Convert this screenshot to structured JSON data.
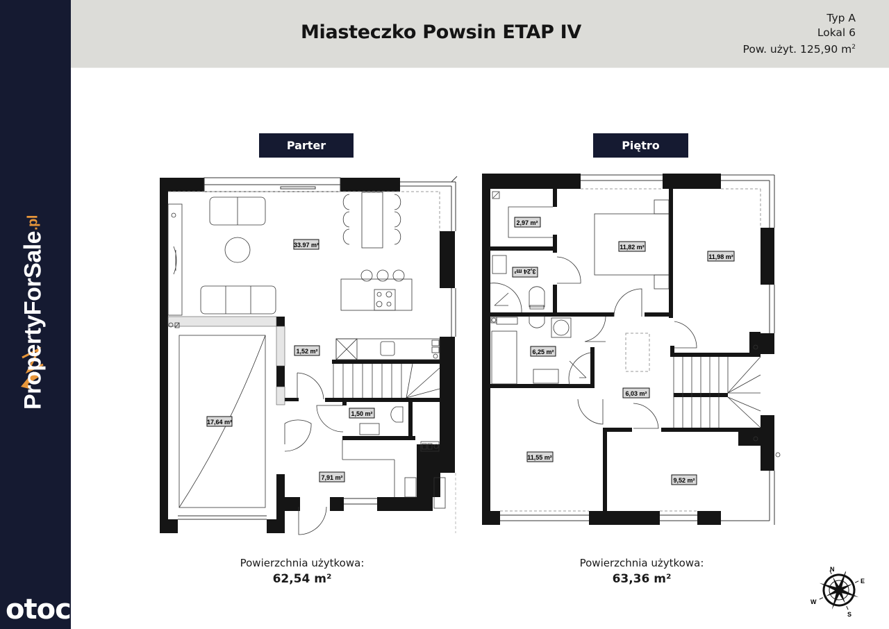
{
  "header": {
    "title": "Miasteczko Powsin ETAP IV",
    "type": "Typ A",
    "unit": "Lokal 6",
    "usable_area_label": "Pow. użyt. 125,90 m",
    "usable_area_sup": "2"
  },
  "sidebar": {
    "brand_name": "PropertyForSale",
    "brand_tld": ".pl",
    "watermark": "otoc",
    "colors": {
      "background": "#151a31",
      "accent": "#e8963a"
    }
  },
  "floors": [
    {
      "label": "Parter",
      "area_label": "Powierzchnia użytkowa:",
      "area_value": "62,54 m²",
      "rooms": [
        {
          "area": "33.97 m²"
        },
        {
          "area": "17,64 m²"
        },
        {
          "area": "1,52 m²"
        },
        {
          "area": "1,50 m²"
        },
        {
          "area": "7,91 m²"
        }
      ]
    },
    {
      "label": "Piętro",
      "area_label": "Powierzchnia użytkowa:",
      "area_value": "63,36 m²",
      "rooms": [
        {
          "area": "2,97 m²"
        },
        {
          "area": "3,24 m²"
        },
        {
          "area": "11,82 m²"
        },
        {
          "area": "11,98 m²"
        },
        {
          "area": "6,25 m²"
        },
        {
          "area": "6,03 m²"
        },
        {
          "area": "11,55 m²"
        },
        {
          "area": "9,52 m²"
        }
      ]
    }
  ],
  "compass": {
    "n": "N",
    "e": "E",
    "s": "S",
    "w": "W"
  }
}
